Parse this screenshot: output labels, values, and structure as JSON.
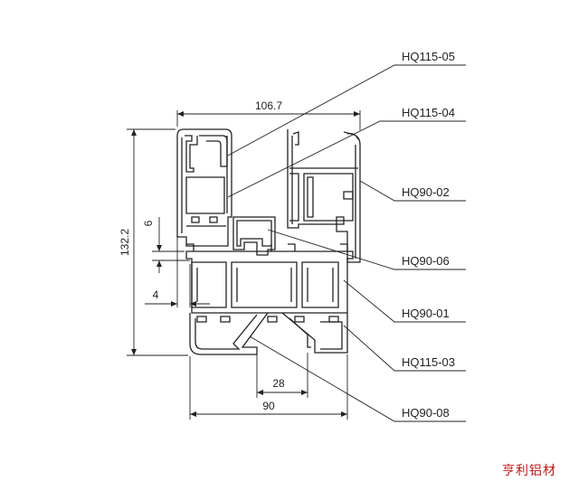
{
  "drawing": {
    "dimensions": {
      "top_width": "106.7",
      "height": "132.2",
      "offset_vertical": "6",
      "offset_horizontal": "4",
      "slot_width": "28",
      "bottom_width": "90"
    },
    "callouts": [
      "HQ115-05",
      "HQ115-04",
      "HQ90-02",
      "HQ90-06",
      "HQ90-01",
      "HQ115-03",
      "HQ90-08"
    ]
  },
  "watermark": "亨利铝材",
  "colors": {
    "line": "#222222",
    "watermark": "#c01818"
  }
}
